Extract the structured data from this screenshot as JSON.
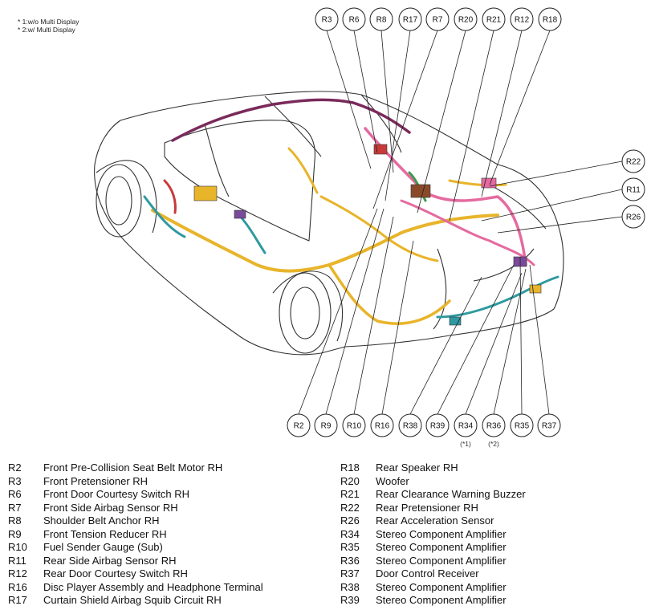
{
  "notes": [
    "* 1:w/o Multi Display",
    "* 2:w/ Multi Display"
  ],
  "callouts": {
    "top": [
      "R3",
      "R6",
      "R8",
      "R17",
      "R7",
      "R20",
      "R21",
      "R12",
      "R18"
    ],
    "right": [
      "R22",
      "R11",
      "R26"
    ],
    "bottom": [
      "R2",
      "R9",
      "R10",
      "R16",
      "R38",
      "R39",
      "R34",
      "R36",
      "R35",
      "R37"
    ],
    "bottom_notes": {
      "R34": "(*1)",
      "R36": "(*2)"
    }
  },
  "legend_left": [
    {
      "code": "R2",
      "name": "Front Pre-Collision Seat Belt Motor RH"
    },
    {
      "code": "R3",
      "name": "Front Pretensioner RH"
    },
    {
      "code": "R6",
      "name": "Front Door Courtesy Switch RH"
    },
    {
      "code": "R7",
      "name": "Front Side Airbag Sensor RH"
    },
    {
      "code": "R8",
      "name": "Shoulder Belt Anchor RH"
    },
    {
      "code": "R9",
      "name": "Front Tension Reducer RH"
    },
    {
      "code": "R10",
      "name": "Fuel Sender Gauge (Sub)"
    },
    {
      "code": "R11",
      "name": "Rear Side Airbag Sensor RH"
    },
    {
      "code": "R12",
      "name": "Rear Door Courtesy Switch RH"
    },
    {
      "code": "R16",
      "name": "Disc Player Assembly and Headphone Terminal"
    },
    {
      "code": "R17",
      "name": "Curtain Shield Airbag Squib Circuit RH"
    }
  ],
  "legend_right": [
    {
      "code": "R18",
      "name": "Rear Speaker RH"
    },
    {
      "code": "R20",
      "name": "Woofer"
    },
    {
      "code": "R21",
      "name": "Rear Clearance Warning Buzzer"
    },
    {
      "code": "R22",
      "name": "Rear Pretensioner RH"
    },
    {
      "code": "R26",
      "name": "Rear Acceleration Sensor"
    },
    {
      "code": "R34",
      "name": "Stereo Component Amplifier"
    },
    {
      "code": "R35",
      "name": "Stereo Component Amplifier"
    },
    {
      "code": "R36",
      "name": "Stereo Component Amplifier"
    },
    {
      "code": "R37",
      "name": "Door Control Receiver"
    },
    {
      "code": "R38",
      "name": "Stereo Component Amplifier"
    },
    {
      "code": "R39",
      "name": "Stereo Component Amplifier"
    }
  ],
  "harness_colors": {
    "main": "#e8b42a",
    "rear": "#e56aa0",
    "roof": "#7a2a5a",
    "door": "#2e9aa0",
    "accent": "#c83a3a",
    "green": "#3a9a4a"
  }
}
